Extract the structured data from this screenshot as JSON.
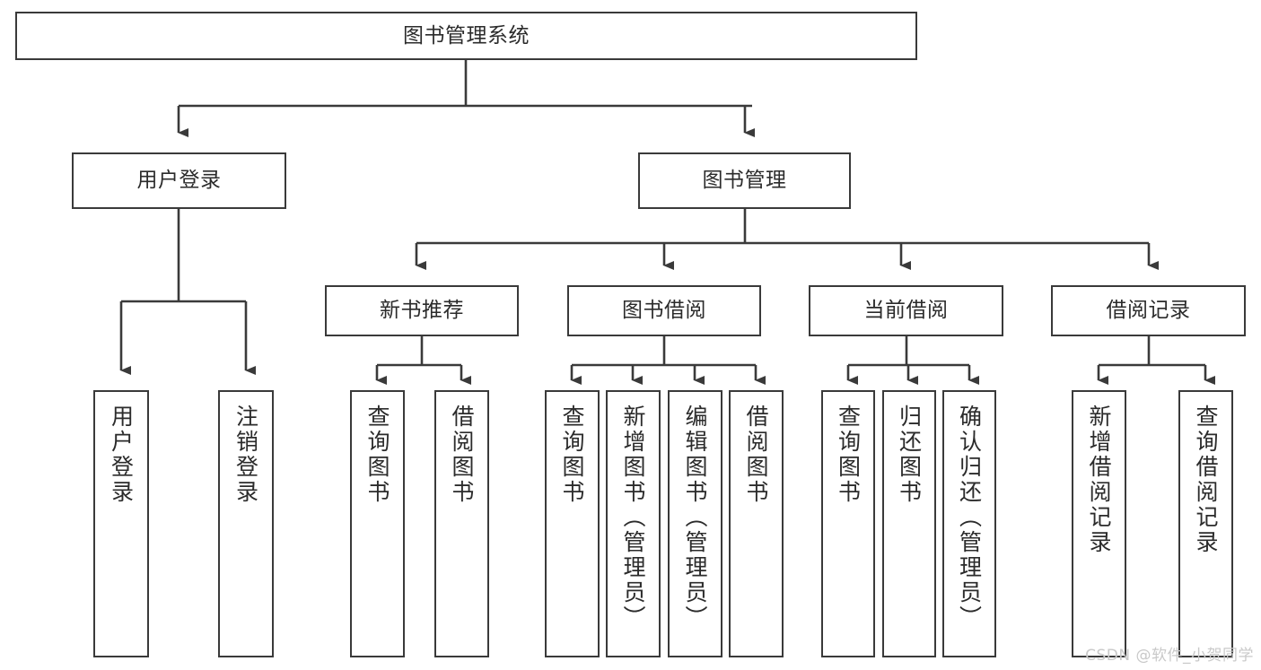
{
  "diagram": {
    "title": "图书管理系统",
    "type": "tree",
    "root": {
      "label": "图书管理系统"
    },
    "level2": [
      {
        "label": "用户登录"
      },
      {
        "label": "图书管理"
      }
    ],
    "level3": [
      {
        "label": "新书推荐"
      },
      {
        "label": "图书借阅"
      },
      {
        "label": "当前借阅"
      },
      {
        "label": "借阅记录"
      }
    ],
    "leaves": {
      "user_login": [
        {
          "label": "用户登录"
        },
        {
          "label": "注销登录"
        }
      ],
      "new_book_recommend": [
        {
          "label": "查询图书"
        },
        {
          "label": "借阅图书"
        }
      ],
      "book_borrow": [
        {
          "label": "查询图书"
        },
        {
          "label": "新增图书（管理员）"
        },
        {
          "label": "编辑图书（管理员）"
        },
        {
          "label": "借阅图书"
        }
      ],
      "current_borrow": [
        {
          "label": "查询图书"
        },
        {
          "label": "归还图书"
        },
        {
          "label": "确认归还（管理员）"
        }
      ],
      "borrow_record": [
        {
          "label": "新增借阅记录"
        },
        {
          "label": "查询借阅记录"
        }
      ]
    }
  },
  "watermark": {
    "text": "CSDN @软件_小贺同学"
  },
  "colors": {
    "stroke": "#3a3a3a",
    "background": "#ffffff",
    "text": "#2b2b2b",
    "watermark": "#c9c9c9"
  }
}
